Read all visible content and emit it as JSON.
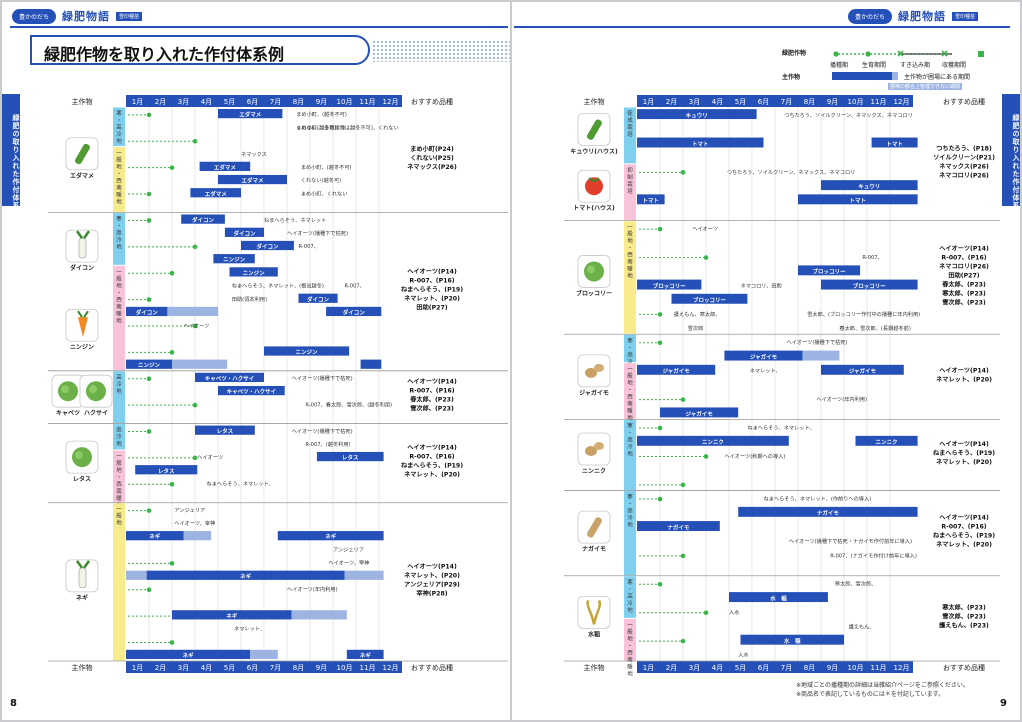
{
  "brand": {
    "oval": "豊かのだち",
    "title": "緑肥物語",
    "sub": "雪印種苗"
  },
  "left_page": {
    "page_number": "8",
    "title": "緑肥作物を取り入れた作付体系例",
    "side_tab": "緑肥の取り入れた作付体系例"
  },
  "right_page": {
    "page_number": "9",
    "side_tab": "緑肥の取り入れた作付体系例",
    "notes": [
      "※地域ごとの播種期の詳細は当雑紹介ページをご参照ください。",
      "※商品名で表記しているものには＊を付記しています。"
    ]
  },
  "legend": {
    "green_manure_label": "緑肥作物",
    "main_crop_label": "主作物",
    "sow": "播種期",
    "grow": "生育期間",
    "plow": "すき込み期",
    "harvest": "収穫期間",
    "bar_note": "主作物が圃場にある期間",
    "light_note": "圃場の都合上管理できない期間"
  },
  "columns": {
    "main": "主作物",
    "months": [
      "1月",
      "2月",
      "3月",
      "4月",
      "5月",
      "6月",
      "7月",
      "8月",
      "9月",
      "10月",
      "11月",
      "12月"
    ],
    "rec": "おすすめ品種"
  },
  "colors": {
    "blue": "#2450b8",
    "light_blue": "#9db4e3",
    "green": "#3ab54a",
    "cyan": "#7fd0ef",
    "yellow": "#f7eb8c",
    "pink": "#f8c2d8"
  },
  "left_sections": [
    {
      "crops": [
        {
          "name": "エダマメ",
          "icon": "edamame-icon"
        }
      ],
      "rows": 8,
      "regions": [
        {
          "label": "寒・高冷地",
          "kind": "cyan",
          "n": 3
        },
        {
          "label": "一般地・西南暖地",
          "kind": "yellow",
          "n": 5
        }
      ],
      "rec": [
        "まめ小町(P24)",
        "くれない(P25)",
        "ネマックス(P26)"
      ],
      "bars": [
        {
          "row": 0,
          "start": 5,
          "end": 7.8,
          "label": "エダマメ",
          "light": false
        },
        {
          "row": 4,
          "start": 4.2,
          "end": 6.4,
          "label": "エダマメ",
          "light": false
        },
        {
          "row": 5,
          "start": 5,
          "end": 8,
          "label": "エダマメ",
          "light": false
        },
        {
          "row": 6,
          "start": 3.8,
          "end": 6,
          "label": "エダマメ",
          "light": false
        }
      ],
      "annotations": [
        {
          "row": 0,
          "x": 8.4,
          "text": "まめ小町、(越冬不可)"
        },
        {
          "row": 1,
          "x": 8.4,
          "text": "くれない(越冬可)"
        },
        {
          "row": 1,
          "x": 8.4,
          "text": "まめ小町、(多数播種は越冬不可)、くれない"
        },
        {
          "row": 3,
          "x": 6,
          "text": "ネマックス"
        },
        {
          "row": 4,
          "x": 8.6,
          "text": "まめ小町、(越冬不可)"
        },
        {
          "row": 5,
          "x": 8.6,
          "text": "くれない(越冬可)"
        },
        {
          "row": 6,
          "x": 8.6,
          "text": "まめ小町、くれない"
        }
      ]
    },
    {
      "crops": [
        {
          "name": "ダイコン",
          "icon": "daikon-icon"
        },
        {
          "name": "ニンジン",
          "icon": "carrot-icon"
        }
      ],
      "rows": 12,
      "regions": [
        {
          "label": "寒・高冷地",
          "kind": "cyan",
          "n": 4
        },
        {
          "label": "一般地・西南暖地",
          "kind": "pink",
          "n": 8
        }
      ],
      "rec": [
        "ヘイオーツ(P14)",
        "R-007、(P16)",
        "ねまへらそう、(P19)",
        "ネマレット、(P20)",
        "田助(P27)"
      ],
      "bars": [
        {
          "row": 0,
          "start": 3.4,
          "end": 5.3,
          "label": "ダイコン",
          "light": false
        },
        {
          "row": 1,
          "start": 5.3,
          "end": 7,
          "label": "ダイコン",
          "light": false
        },
        {
          "row": 2,
          "start": 6,
          "end": 8.3,
          "label": "ダイコン",
          "light": false
        },
        {
          "row": 3,
          "start": 4.8,
          "end": 6.6,
          "label": "ニンジン",
          "light": false
        },
        {
          "row": 4,
          "start": 5.5,
          "end": 7.6,
          "label": "ニンジン",
          "light": false
        },
        {
          "row": 6,
          "start": 8.5,
          "end": 10.2,
          "label": "ダイコン",
          "light": false
        },
        {
          "row": 7,
          "start": 1,
          "end": 2.8,
          "label": "ダイコン",
          "light": false
        },
        {
          "row": 7,
          "start": 2.8,
          "end": 5,
          "label": "",
          "light": true
        },
        {
          "row": 7,
          "start": 9.7,
          "end": 12.1,
          "label": "ダイコン",
          "light": false
        },
        {
          "row": 10,
          "start": 7,
          "end": 10.7,
          "label": "ニンジン",
          "light": false
        },
        {
          "row": 11,
          "start": 1,
          "end": 3,
          "label": "ニンジン",
          "light": false
        },
        {
          "row": 11,
          "start": 3,
          "end": 5.4,
          "label": "",
          "light": true
        },
        {
          "row": 11,
          "start": 11.2,
          "end": 12.1,
          "label": "",
          "light": false
        }
      ],
      "annotations": [
        {
          "row": 0,
          "x": 7,
          "text": "ねまへらそう、ネマレット"
        },
        {
          "row": 1,
          "x": 8,
          "text": "ヘイオーツ(播種下で枯死)"
        },
        {
          "row": 2,
          "x": 8.5,
          "text": "R-007、"
        },
        {
          "row": 5,
          "x": 5.6,
          "text": "ねまへらそう、ネマレット、(根出越冬)"
        },
        {
          "row": 5,
          "x": 10.5,
          "text": "R-007、"
        },
        {
          "row": 6,
          "x": 5.6,
          "text": "田助(須本利用)"
        },
        {
          "row": 8,
          "x": 3.5,
          "text": "ヘイオーツ"
        }
      ]
    },
    {
      "crops": [
        {
          "name": "キャベツ",
          "icon": "cabbage-icon"
        },
        {
          "name": "ハクサイ",
          "icon": "hakusai-icon"
        }
      ],
      "rows": 4,
      "regions": [
        {
          "label": "高冷地",
          "kind": "cyan",
          "n": 4
        }
      ],
      "rec": [
        "ヘイオーツ(P14)",
        "R-007、(P16)",
        "春太郎、(P23)",
        "雪次郎、(P23)"
      ],
      "bars": [
        {
          "row": 0,
          "start": 4,
          "end": 7,
          "label": "キャベツ・ハクサイ",
          "light": false
        },
        {
          "row": 1,
          "start": 5,
          "end": 7.9,
          "label": "キャベツ・ハクサイ",
          "light": false
        }
      ],
      "annotations": [
        {
          "row": 0,
          "x": 8.2,
          "text": "ヘイオーツ(播種下で枯死)"
        },
        {
          "row": 2,
          "x": 8.8,
          "text": "R-007、春太郎、雪次郎、(越冬利用)"
        }
      ]
    },
    {
      "crops": [
        {
          "name": "レタス",
          "icon": "lettuce-icon"
        }
      ],
      "rows": 6,
      "regions": [
        {
          "label": "高冷地",
          "kind": "cyan",
          "n": 2
        },
        {
          "label": "一般地・西南暖地",
          "kind": "pink",
          "n": 4
        }
      ],
      "rec": [
        "ヘイオーツ(P14)",
        "R-007、(P16)",
        "ねまへらそう、(P19)",
        "ネマレット、(P20)"
      ],
      "bars": [
        {
          "row": 0,
          "start": 4,
          "end": 6.6,
          "label": "レタス",
          "light": false
        },
        {
          "row": 2,
          "start": 9.3,
          "end": 12.2,
          "label": "レタス",
          "light": false
        },
        {
          "row": 3,
          "start": 1.4,
          "end": 4.1,
          "label": "レタス",
          "light": false
        }
      ],
      "annotations": [
        {
          "row": 0,
          "x": 8.2,
          "text": "ヘイオーツ(播種下で枯死)"
        },
        {
          "row": 1,
          "x": 8.8,
          "text": "R-007、(越冬利用)"
        },
        {
          "row": 2,
          "x": 4.1,
          "text": "ヘイオーツ"
        },
        {
          "row": 4,
          "x": 4.5,
          "text": "ねまへらそう、ネマレット、"
        }
      ]
    },
    {
      "crops": [
        {
          "name": "ネギ",
          "icon": "negi-icon"
        }
      ],
      "rows": 12,
      "regions": [
        {
          "label": "一般地",
          "kind": "yellow",
          "n": 12
        }
      ],
      "rec": [
        "ヘイオーツ(P14)",
        "ネマレット、(P20)",
        "アンジェリア(P29)",
        "宰神(P28)"
      ],
      "bars": [
        {
          "row": 2,
          "start": 1,
          "end": 3.5,
          "label": "ネギ",
          "light": false
        },
        {
          "row": 2,
          "start": 3.5,
          "end": 4.7,
          "label": "",
          "light": true
        },
        {
          "row": 2,
          "start": 7.6,
          "end": 12.2,
          "label": "ネギ",
          "light": false
        },
        {
          "row": 5,
          "start": 1,
          "end": 1.9,
          "label": "",
          "light": true
        },
        {
          "row": 5,
          "start": 1.9,
          "end": 10.5,
          "label": "ネギ",
          "light": false
        },
        {
          "row": 5,
          "start": 10.5,
          "end": 12.2,
          "label": "",
          "light": true
        },
        {
          "row": 8,
          "start": 3,
          "end": 8.2,
          "label": "ネギ",
          "light": false
        },
        {
          "row": 8,
          "start": 8.2,
          "end": 10.6,
          "label": "",
          "light": true
        },
        {
          "row": 11,
          "start": 1,
          "end": 6.4,
          "label": "ネギ",
          "light": false
        },
        {
          "row": 11,
          "start": 6.4,
          "end": 7.6,
          "label": "",
          "light": true
        },
        {
          "row": 11,
          "start": 10.6,
          "end": 12.2,
          "label": "ネギ",
          "light": false
        }
      ],
      "annotations": [
        {
          "row": 0,
          "x": 3.1,
          "text": "アンジェリア"
        },
        {
          "row": 1,
          "x": 3.1,
          "text": "ヘイオーツ、宰神"
        },
        {
          "row": 3,
          "x": 10,
          "text": "アンジェリア"
        },
        {
          "row": 4,
          "x": 9.8,
          "text": "ヘイオーツ、宰神"
        },
        {
          "row": 6,
          "x": 8,
          "text": "ヘイオーツ(年内利用)"
        },
        {
          "row": 9,
          "x": 5.7,
          "text": "ネマレット、"
        }
      ]
    }
  ],
  "right_sections": [
    {
      "crops": [
        {
          "name": "キュウリ(ハウス)",
          "icon": "cucumber-icon"
        },
        {
          "name": "トマト(ハウス)",
          "icon": "tomato-icon"
        }
      ],
      "rows": 8,
      "regions": [
        {
          "label": "促成栽培",
          "kind": "cyan",
          "n": 4
        },
        {
          "label": "抑制栽培",
          "kind": "pink",
          "n": 4
        }
      ],
      "rec": [
        "つちたろう、(P18)",
        "ソイルクリーン(P21)",
        "ネマックス(P26)",
        "ネマコロリ(P26)"
      ],
      "bars": [
        {
          "row": 0,
          "start": 1,
          "end": 6.2,
          "label": "キュウリ",
          "light": false
        },
        {
          "row": 2,
          "start": 1,
          "end": 6.5,
          "label": "トマト",
          "light": false
        },
        {
          "row": 2,
          "start": 11.2,
          "end": 13.2,
          "label": "トマト",
          "light": false
        },
        {
          "row": 5,
          "start": 9,
          "end": 13.2,
          "label": "キュウリ",
          "light": false
        },
        {
          "row": 6,
          "start": 1,
          "end": 2.2,
          "label": "トマト",
          "light": false
        },
        {
          "row": 6,
          "start": 8,
          "end": 13.2,
          "label": "トマト",
          "light": false
        }
      ],
      "annotations": [
        {
          "row": 0,
          "x": 7.4,
          "text": "つちたろう、ソイルクリーン、ネマックス、ネマコロリ"
        },
        {
          "row": 4,
          "x": 4.9,
          "text": "つちたろう、ソイルクリーン、ネマックス、ネマコロリ"
        }
      ]
    },
    {
      "crops": [
        {
          "name": "ブロッコリー",
          "icon": "broccoli-icon"
        }
      ],
      "rows": 8,
      "regions": [
        {
          "label": "一般地・西南暖地",
          "kind": "yellow",
          "n": 8
        }
      ],
      "rec": [
        "ヘイオーツ(P14)",
        "R-007、(P16)",
        "ネマコロリ(P26)",
        "田助(P27)",
        "春太郎、(P23)",
        "寒太郎、(P23)",
        "雪次郎、(P23)"
      ],
      "bars": [
        {
          "row": 3,
          "start": 8,
          "end": 10.7,
          "label": "ブロッコリー",
          "light": false
        },
        {
          "row": 4,
          "start": 1,
          "end": 3.8,
          "label": "ブロッコリー",
          "light": false
        },
        {
          "row": 4,
          "start": 9,
          "end": 13.2,
          "label": "ブロッコリー",
          "light": false
        },
        {
          "row": 5,
          "start": 2.5,
          "end": 5.8,
          "label": "ブロッコリー",
          "light": false
        }
      ],
      "annotations": [
        {
          "row": 0,
          "x": 3.4,
          "text": "ヘイオーツ"
        },
        {
          "row": 2,
          "x": 10.8,
          "text": "R-007、"
        },
        {
          "row": 4,
          "x": 5.5,
          "text": "ネマコロリ、田助"
        },
        {
          "row": 6,
          "x": 2.6,
          "text": "護えもん、寒太郎、"
        },
        {
          "row": 6,
          "x": 8.4,
          "text": "雪太郎、(ブロッコリー作付中の播種に年内利用)"
        },
        {
          "row": 7,
          "x": 3.2,
          "text": "雪次郎"
        },
        {
          "row": 7,
          "x": 9.8,
          "text": "春太郎、雪次郎、(長期越冬前)"
        }
      ]
    },
    {
      "crops": [
        {
          "name": "ジャガイモ",
          "icon": "potato-icon"
        }
      ],
      "rows": 6,
      "regions": [
        {
          "label": "寒・高冷地",
          "kind": "cyan",
          "n": 2
        },
        {
          "label": "一般地・西南暖地",
          "kind": "pink",
          "n": 4
        }
      ],
      "rec": [
        "ヘイオーツ(P14)",
        "ネマレット、(P20)"
      ],
      "bars": [
        {
          "row": 1,
          "start": 4.8,
          "end": 8.2,
          "label": "ジャガイモ",
          "light": false
        },
        {
          "row": 1,
          "start": 8.2,
          "end": 9.8,
          "label": "",
          "light": true
        },
        {
          "row": 2,
          "start": 1,
          "end": 4.4,
          "label": "ジャガイモ",
          "light": false
        },
        {
          "row": 2,
          "start": 9,
          "end": 12.6,
          "label": "ジャガイモ",
          "light": false
        },
        {
          "row": 5,
          "start": 2,
          "end": 5.4,
          "label": "ジャガイモ",
          "light": false
        }
      ],
      "annotations": [
        {
          "row": 0,
          "x": 7.5,
          "text": "ヘイオーツ(播種下で枯死)"
        },
        {
          "row": 2,
          "x": 5.9,
          "text": "ネマレット、"
        },
        {
          "row": 4,
          "x": 8.8,
          "text": "ヘイオーツ(年内利用)"
        }
      ]
    },
    {
      "crops": [
        {
          "name": "ニンニク",
          "icon": "garlic-icon"
        }
      ],
      "rows": 5,
      "regions": [
        {
          "label": "寒・高冷地",
          "kind": "cyan",
          "n": 5
        }
      ],
      "rec": [
        "ヘイオーツ(P14)",
        "ねまへらそう、(P19)",
        "ネマレット、(P20)"
      ],
      "bars": [
        {
          "row": 1,
          "start": 1,
          "end": 7.6,
          "label": "ニンニク",
          "light": false
        },
        {
          "row": 1,
          "start": 10.5,
          "end": 13.2,
          "label": "ニンニク",
          "light": false
        }
      ],
      "annotations": [
        {
          "row": 0,
          "x": 5.8,
          "text": "ねまへらそう、ネマレット、"
        },
        {
          "row": 2,
          "x": 4.8,
          "text": "ヘイオーツ(秋期への導入)"
        }
      ]
    },
    {
      "crops": [
        {
          "name": "ナガイモ",
          "icon": "nagaimo-icon"
        }
      ],
      "rows": 6,
      "regions": [
        {
          "label": "寒・高冷地",
          "kind": "cyan",
          "n": 6
        }
      ],
      "rec": [
        "ヘイオーツ(P14)",
        "R-007、(P16)",
        "ねまへらそう、(P19)",
        "ネマレット、(P20)"
      ],
      "bars": [
        {
          "row": 1,
          "start": 5.4,
          "end": 13.2,
          "label": "ナガイモ",
          "light": false
        },
        {
          "row": 2,
          "start": 1,
          "end": 4.6,
          "label": "ナガイモ",
          "light": false
        }
      ],
      "annotations": [
        {
          "row": 0,
          "x": 6.5,
          "text": "ねまへらそう、ネマレット、(作前りへの導入)"
        },
        {
          "row": 3,
          "x": 7.6,
          "text": "ヘイオーツ(播種下で枯死・ナガイモ作付前年に導入)"
        },
        {
          "row": 4,
          "x": 9.4,
          "text": "R-007、(ナガイモ作付け前年に導入)"
        }
      ]
    },
    {
      "crops": [
        {
          "name": "水稲",
          "icon": "rice-icon"
        }
      ],
      "rows": 6,
      "regions": [
        {
          "label": "寒・高冷地",
          "kind": "cyan",
          "n": 3
        },
        {
          "label": "一般地・西南暖地",
          "kind": "pink",
          "n": 3
        }
      ],
      "rec": [
        "寒太郎、(P23)",
        "雪次郎、(P23)",
        "護えもん、(P23)"
      ],
      "bars": [
        {
          "row": 1,
          "start": 5,
          "end": 9.3,
          "label": "水　稲",
          "light": false
        },
        {
          "row": 4,
          "start": 5.5,
          "end": 10,
          "label": "水　稲",
          "light": false
        }
      ],
      "annotations": [
        {
          "row": 0,
          "x": 9.6,
          "text": "寒太郎、雪次郎、"
        },
        {
          "row": 2,
          "x": 5,
          "text": "入水"
        },
        {
          "row": 3,
          "x": 10.2,
          "text": "護えもん、"
        },
        {
          "row": 5,
          "x": 5.4,
          "text": "入水"
        }
      ]
    }
  ]
}
